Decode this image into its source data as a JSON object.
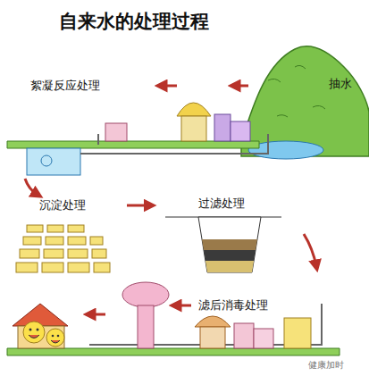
{
  "diagram": {
    "title": "自来水的处理过程",
    "labels": [
      "抽水",
      "絮凝反应处理",
      "沉淀处理",
      "过滤处理",
      "滤后消毒处理",
      "健康加时"
    ]
  }
}
